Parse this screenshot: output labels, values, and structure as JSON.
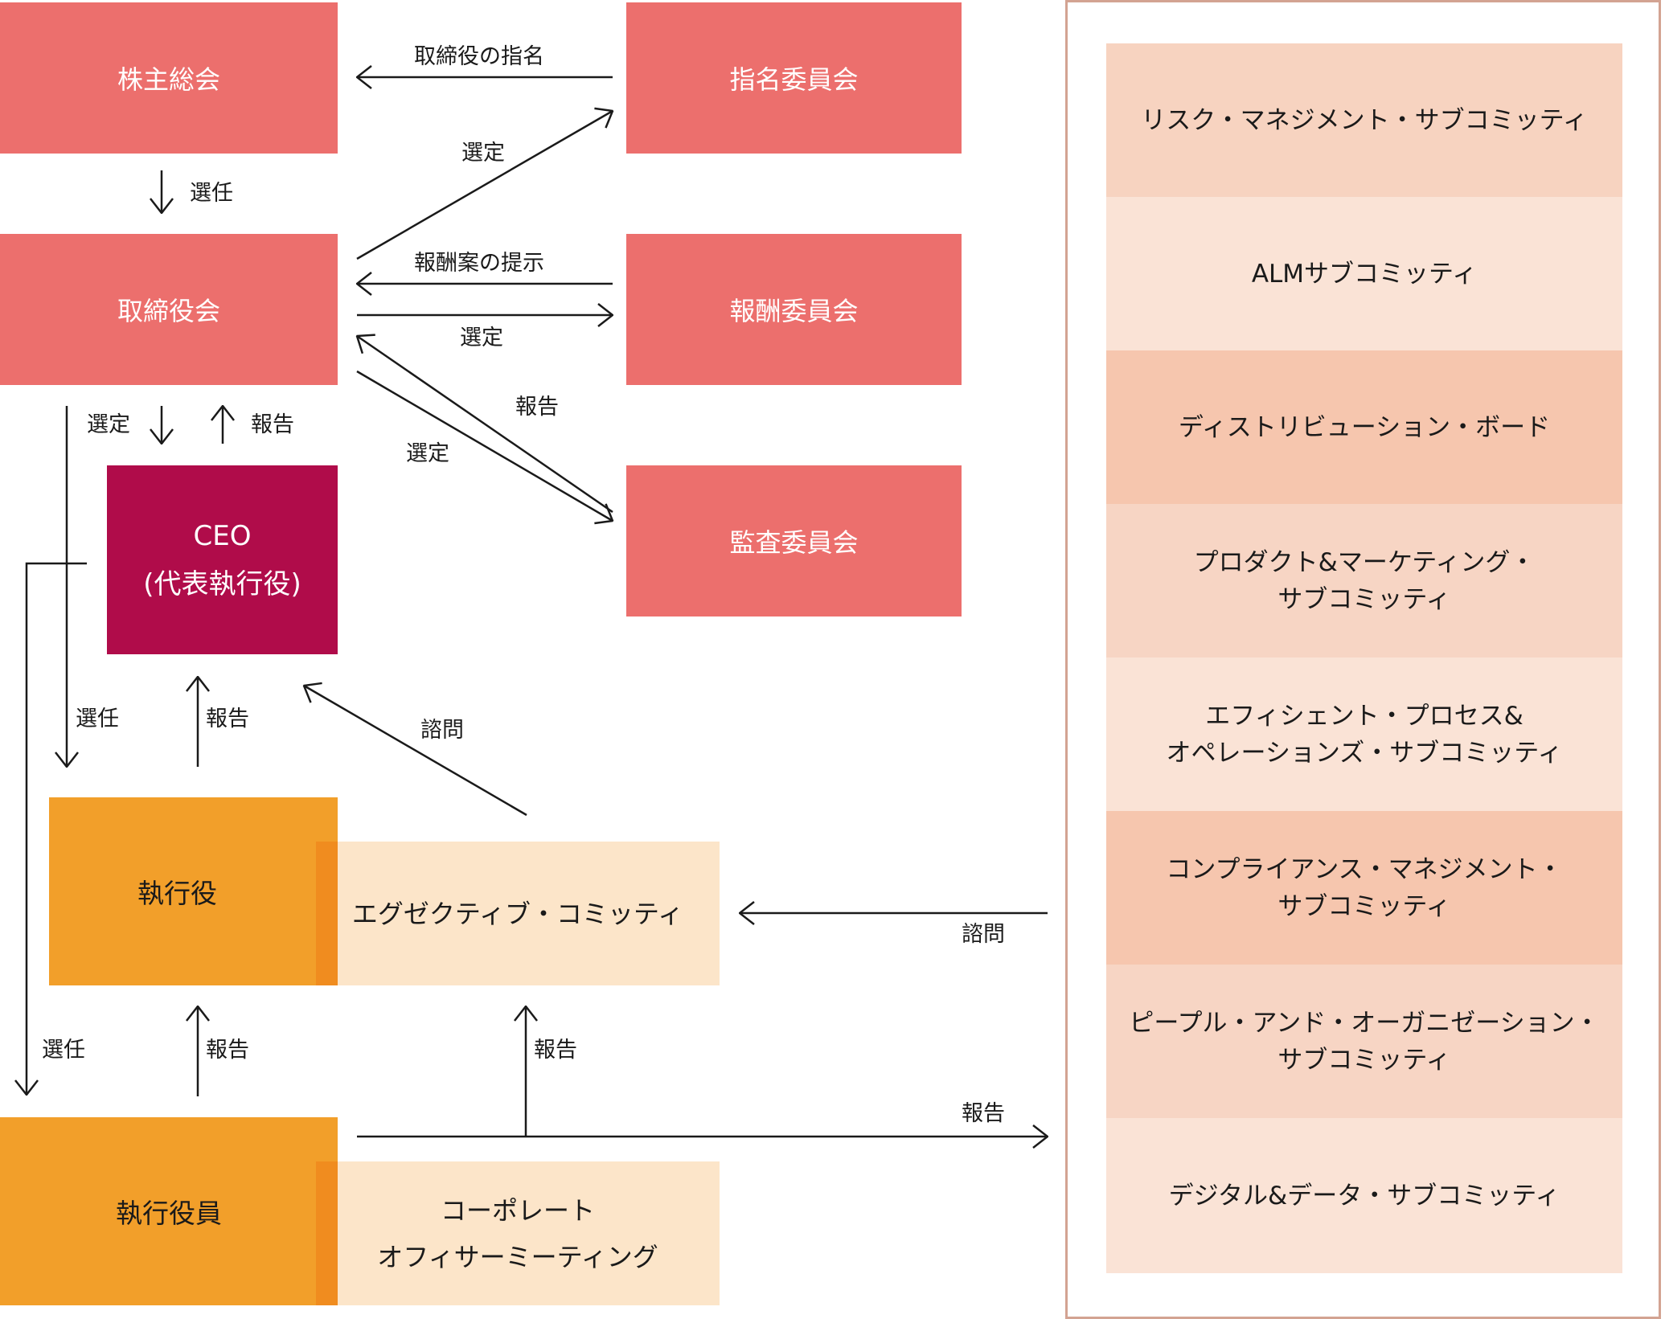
{
  "governance": {
    "shareholders": "株主総会",
    "board": "取締役会",
    "nominating": "指名委員会",
    "compensation": "報酬委員会",
    "audit": "監査委員会",
    "ceo_line1": "CEO",
    "ceo_line2": "(代表執行役)",
    "executive_officers": "執行役",
    "executive_committee": "エグゼクティブ・コミッティ",
    "corporate_executives": "執行役員",
    "corporate_meeting_line1": "コーポレート",
    "corporate_meeting_line2": "オフィサーミーティング"
  },
  "labels": {
    "director_nomination": "取締役の指名",
    "election_sennin": "選任",
    "selection": "選定",
    "compensation_proposal": "報酬案の提示",
    "report": "報告",
    "consultation": "諮問"
  },
  "subcommittees": [
    {
      "line1": "リスク・マネジメント・サブコミッティ",
      "line2": ""
    },
    {
      "line1": "ALMサブコミッティ",
      "line2": ""
    },
    {
      "line1": "ディストリビューション・ボード",
      "line2": ""
    },
    {
      "line1": "プロダクト&マーケティング・",
      "line2": "サブコミッティ"
    },
    {
      "line1": "エフィシェント・プロセス&",
      "line2": "オペレーションズ・サブコミッティ"
    },
    {
      "line1": "コンプライアンス・マネジメント・",
      "line2": "サブコミッティ"
    },
    {
      "line1": "ピープル・アンド・オーガニゼーション・",
      "line2": "サブコミッティ"
    },
    {
      "line1": "デジタル&データ・サブコミッティ",
      "line2": ""
    }
  ],
  "colors": {
    "committee_red": "#ec6f6d",
    "ceo_crimson": "#b00c4a",
    "executive_orange": "#f29f2a",
    "meeting_peach": "#fce5c9",
    "panel_border": "#d3a392",
    "subcommittee_shades": [
      "#f7d3c0",
      "#fae3d6",
      "#f6c6ae",
      "#f7d5c4",
      "#fae3d6",
      "#f6c6ae",
      "#f7d5c4",
      "#fae3d6"
    ]
  }
}
